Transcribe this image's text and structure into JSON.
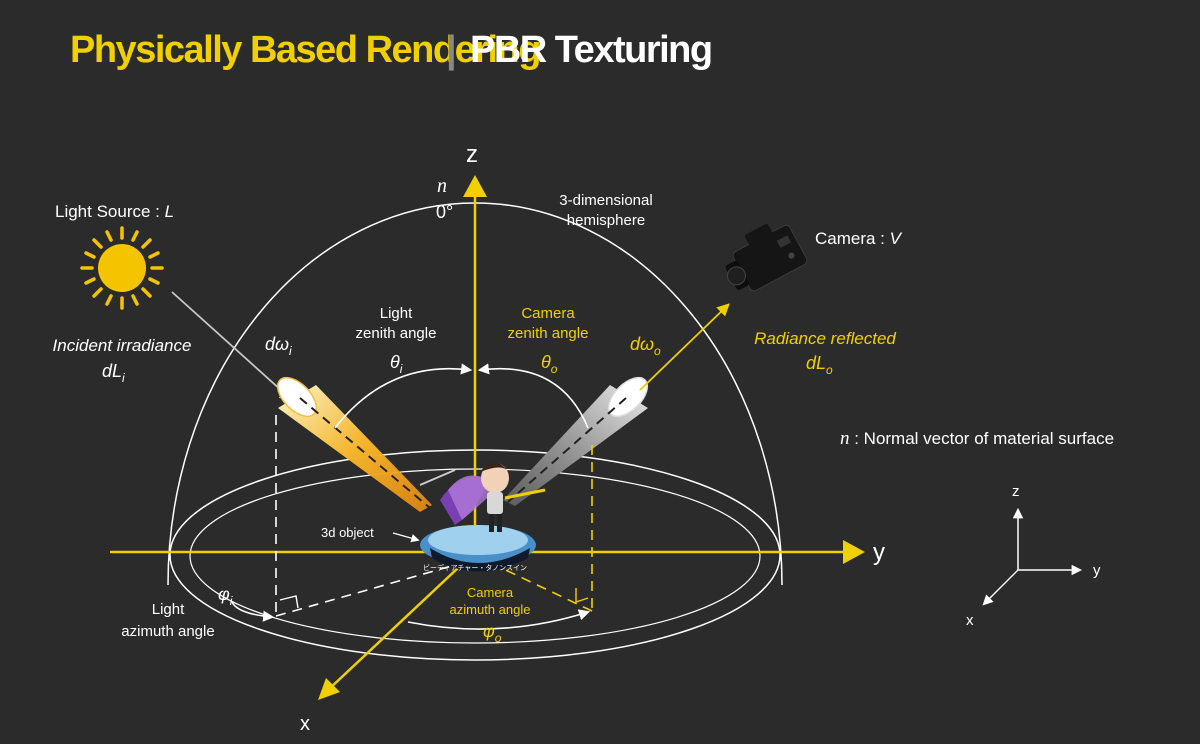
{
  "title": {
    "left": "Physically Based Rendering",
    "separator": "|",
    "right": "PBR Texturing"
  },
  "colors": {
    "background": "#2b2b2b",
    "accent_yellow": "#f0d000",
    "light_beam": "#f2a823",
    "camera_beam": "#9a9a9a",
    "text": "#ffffff"
  },
  "icons": {
    "light": "sun-icon",
    "camera": "camera-icon",
    "object": "3d-figure-object"
  },
  "axes": {
    "z": "z",
    "y": "y",
    "x": "x"
  },
  "normal": {
    "symbol": "n",
    "angle": "0°"
  },
  "hemisphere_label": {
    "line1": "3-dimensional",
    "line2": "hemisphere"
  },
  "light_source": {
    "prefix": "Light Source : ",
    "symbol": "L"
  },
  "camera": {
    "prefix": "Camera : ",
    "symbol": "V"
  },
  "incident": {
    "line1": "Incident irradiance",
    "symbol": "dL",
    "sub": "i"
  },
  "radiance": {
    "line1": "Radiance reflected",
    "symbol": "dL",
    "sub": "o"
  },
  "domega_i": {
    "symbol": "dω",
    "sub": "i"
  },
  "domega_o": {
    "symbol": "dω",
    "sub": "o"
  },
  "light_zenith": {
    "line1": "Light",
    "line2": "zenith angle",
    "symbol": "θ",
    "sub": "i"
  },
  "camera_zenith": {
    "line1": "Camera",
    "line2": "zenith angle",
    "symbol": "θ",
    "sub": "o"
  },
  "light_azimuth": {
    "line1": "Light",
    "line2": "azimuth angle",
    "symbol": "φ",
    "sub": "i"
  },
  "camera_azimuth": {
    "line1": "Camera",
    "line2": "azimuth angle",
    "symbol": "φ",
    "sub": "o"
  },
  "object_label": "3d object",
  "object_caption": "ビーディアチャー・タノンスイン",
  "normal_legend": {
    "symbol": "n",
    "text": " : Normal vector of material surface"
  },
  "mini_axes": {
    "z": "z",
    "y": "y",
    "x": "x"
  }
}
